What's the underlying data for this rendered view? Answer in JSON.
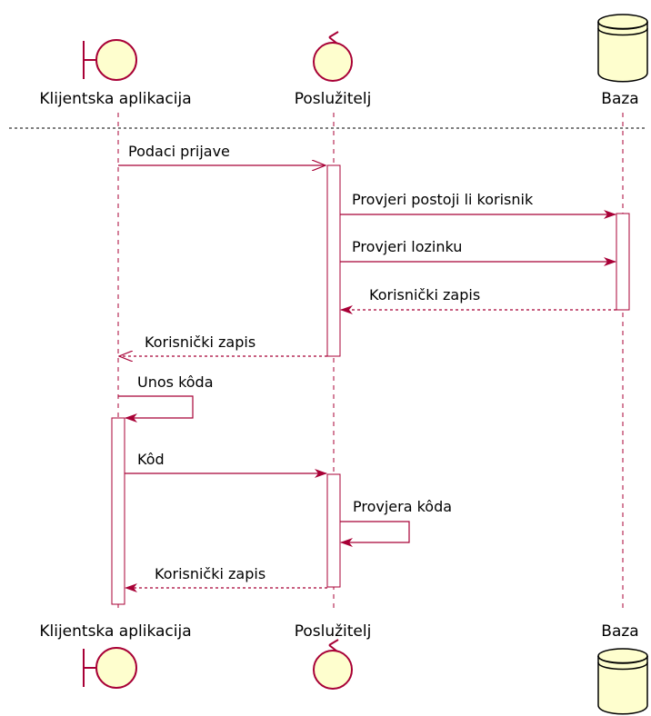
{
  "colors": {
    "line": "#A80036",
    "fill": "#FEFECE",
    "stroke": "#A80036",
    "text": "#000000"
  },
  "participants": [
    {
      "id": "client",
      "name": "Klijentska aplikacija",
      "kind": "boundary",
      "icon": "boundary-icon"
    },
    {
      "id": "server",
      "name": "Poslužitelj",
      "kind": "control",
      "icon": "control-icon"
    },
    {
      "id": "db",
      "name": "Baza",
      "kind": "database",
      "icon": "database-icon"
    }
  ],
  "messages": [
    {
      "label": "Podaci prijave",
      "from": "client",
      "to": "server",
      "style": "async"
    },
    {
      "label": "Provjeri postoji li korisnik",
      "from": "server",
      "to": "db",
      "style": "sync"
    },
    {
      "label": "Provjeri lozinku",
      "from": "server",
      "to": "db",
      "style": "sync"
    },
    {
      "label": "Korisnički zapis",
      "from": "db",
      "to": "server",
      "style": "return"
    },
    {
      "label": "Korisnički zapis",
      "from": "server",
      "to": "client",
      "style": "return-open"
    },
    {
      "label": "Unos kôda",
      "from": "client",
      "to": "client",
      "style": "self"
    },
    {
      "label": "Kôd",
      "from": "client",
      "to": "server",
      "style": "sync"
    },
    {
      "label": "Provjera kôda",
      "from": "server",
      "to": "server",
      "style": "self"
    },
    {
      "label": "Korisnički zapis",
      "from": "server",
      "to": "client",
      "style": "return"
    }
  ]
}
